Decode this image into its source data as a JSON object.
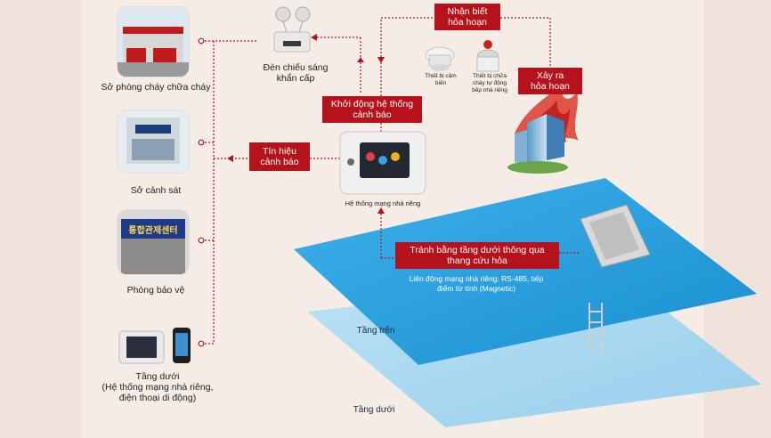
{
  "left_column": {
    "items": [
      {
        "label": "Sở phòng cháy chữa cháy"
      },
      {
        "label": "Sở cảnh sát"
      },
      {
        "label": "Phòng bảo vệ"
      },
      {
        "label_lines": [
          "Tầng dưới",
          "(Hệ thống mạng nhà riêng,",
          "điện thoại di động)"
        ]
      }
    ]
  },
  "top": {
    "emergency_light_lines": [
      "Đèn chiếu sáng",
      "khẩn cấp"
    ],
    "detect_fire_lines": [
      "Nhận biết",
      "hỏa hoạn"
    ],
    "sensor_label_lines": [
      "Thiết bị cảm",
      "biến"
    ],
    "extinguisher_label_lines": [
      "Thiết bị chữa",
      "cháy tự động",
      "bếp nhà riêng"
    ],
    "fire_occurs_lines": [
      "Xảy ra",
      "hỏa hoạn"
    ]
  },
  "center": {
    "start_alarm_lines": [
      "Khởi động hệ thống",
      "cảnh báo"
    ],
    "alarm_signal_lines": [
      "Tín hiệu",
      "cảnh báo"
    ],
    "home_network_label": "Hệ thống mạng nhà riêng",
    "sign_text": "통합관제센터"
  },
  "floors": {
    "evacuate_lines": [
      "Tránh bằng tầng dưới thông qua",
      "thang cứu hỏa"
    ],
    "link_lines": [
      "Liên động mạng nhà riêng: RS-485, tiếp",
      "điểm từ tính (Magnetic)"
    ],
    "upper_floor": "Tầng trên",
    "lower_floor": "Tầng dưới"
  },
  "colors": {
    "accent_red": "#b5121b",
    "panel_blue": "#2aa3e0",
    "panel_light_blue": "#9fd6f2",
    "background": "#f5ece6"
  }
}
